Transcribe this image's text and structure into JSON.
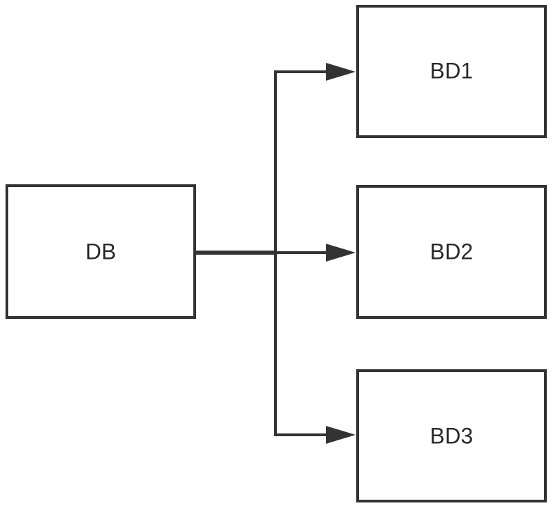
{
  "diagram": {
    "source": {
      "label": "DB"
    },
    "targets": [
      {
        "label": "BD1"
      },
      {
        "label": "BD2"
      },
      {
        "label": "BD3"
      }
    ],
    "edge_color": "#333333",
    "box_border_color": "#333333",
    "text_color": "#2a2a2a"
  }
}
